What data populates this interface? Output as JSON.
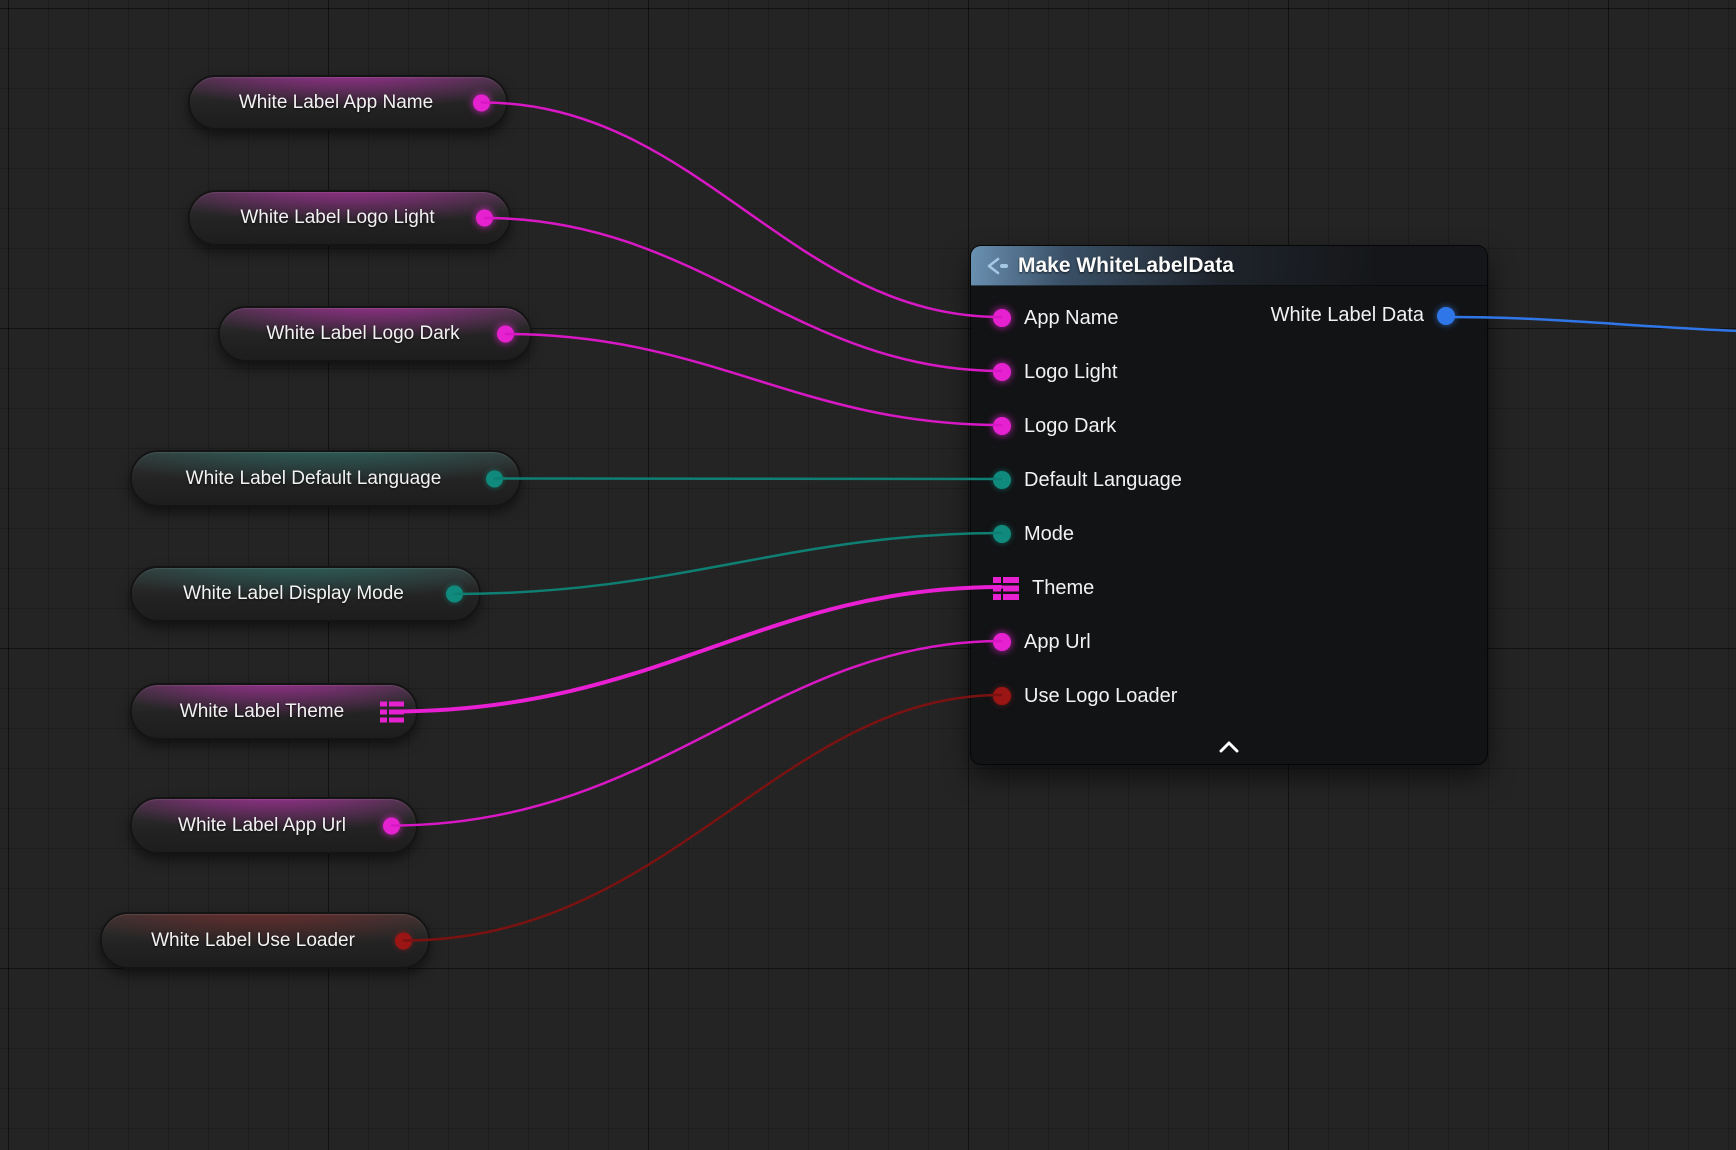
{
  "graph": {
    "variable_nodes": [
      {
        "label": "White Label App Name",
        "pin_type": "string"
      },
      {
        "label": "White Label Logo Light",
        "pin_type": "string"
      },
      {
        "label": "White Label Logo Dark",
        "pin_type": "string"
      },
      {
        "label": "White Label Default Language",
        "pin_type": "enum"
      },
      {
        "label": "White Label Display Mode",
        "pin_type": "enum"
      },
      {
        "label": "White Label Theme",
        "pin_type": "struct"
      },
      {
        "label": "White Label App Url",
        "pin_type": "string"
      },
      {
        "label": "White Label Use Loader",
        "pin_type": "boolean"
      }
    ],
    "make_node": {
      "title": "Make WhiteLabelData",
      "inputs": [
        {
          "label": "App Name",
          "pin_type": "string"
        },
        {
          "label": "Logo Light",
          "pin_type": "string"
        },
        {
          "label": "Logo Dark",
          "pin_type": "string"
        },
        {
          "label": "Default Language",
          "pin_type": "enum"
        },
        {
          "label": "Mode",
          "pin_type": "enum"
        },
        {
          "label": "Theme",
          "pin_type": "struct"
        },
        {
          "label": "App Url",
          "pin_type": "string"
        },
        {
          "label": "Use Logo Loader",
          "pin_type": "boolean"
        }
      ],
      "output": {
        "label": "White Label Data",
        "pin_type": "struct"
      }
    },
    "colors": {
      "string_pin": "#e521d0",
      "enum_pin": "#108a7c",
      "boolean_pin": "#9c1515",
      "struct_output_pin": "#2f76e8",
      "wire_string": "#d818c4",
      "wire_enum": "#0e7f72",
      "wire_boolean": "#7a1212",
      "wire_struct": "#e81fd2",
      "wire_output": "#2f76e8"
    }
  }
}
